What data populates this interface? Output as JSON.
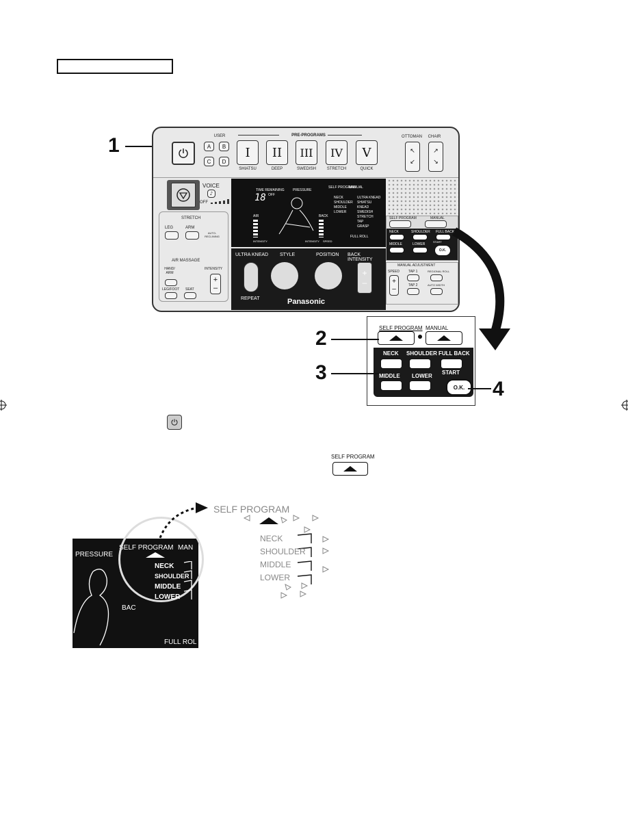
{
  "steps": {
    "s1": "1",
    "s2": "2",
    "s3": "3",
    "s4": "4"
  },
  "panel": {
    "user_label": "USER",
    "user_buttons": [
      "A",
      "B",
      "C",
      "D"
    ],
    "preprograms_label": "PRE-PROGRAMS",
    "programs": [
      {
        "numeral": "I",
        "label": "SHIATSU"
      },
      {
        "numeral": "II",
        "label": "DEEP"
      },
      {
        "numeral": "III",
        "label": "SWEDISH"
      },
      {
        "numeral": "IV",
        "label": "STRETCH"
      },
      {
        "numeral": "V",
        "label": "QUICK"
      }
    ],
    "ottoman_label": "OTTOMAN",
    "chair_label": "CHAIR",
    "voice_label": "VOICE",
    "voice_off": "OFF",
    "stretch_label": "STRETCH",
    "leg_label": "LEG",
    "arm_label": "ARM",
    "auto_reclining": "AUTO-RECLINING",
    "air_massage_label": "AIR MASSAGE",
    "hand_arm": "HAND/ ARM",
    "intensity": "INTENSITY",
    "leg_foot": "LEG/FOOT",
    "seat": "SEAT",
    "lcd": {
      "time_remaining": "TIME REMAINING",
      "time_value": "18",
      "off": "OFF",
      "pressure": "PRESSURE",
      "self_program": "SELF PROGRAM",
      "manual": "MANUAL",
      "areas": [
        "NECK",
        "SHOULDER",
        "MIDDLE",
        "LOWER"
      ],
      "modes": [
        "ULTRA KNEAD",
        "SHIATSU",
        "KNEAD",
        "SWEDISH",
        "STRETCH",
        "TAP",
        "GRASP"
      ],
      "air": "AIR",
      "intensity": "INTENSITY",
      "back": "BACK",
      "intensity2": "INTENSITY",
      "speed": "SPEED",
      "full_roll": "FULL ROLL"
    },
    "ultra_knead": "ULTRA KNEAD",
    "repeat": "REPEAT",
    "style": "STYLE",
    "position": "POSITION",
    "back_intensity": "BACK INTENSITY",
    "brand": "Panasonic",
    "right": {
      "self_program": "SELF PROGRAM",
      "manual": "MANUAL",
      "neck": "NECK",
      "shoulder": "SHOULDER",
      "full_back": "FULL BACK",
      "middle": "MIDDLE",
      "lower": "LOWER",
      "start": "START",
      "ok": "O.K.",
      "manual_adjustment": "MANUAL ADJUSTMENT",
      "speed": "SPEED",
      "tap1": "TAP 1",
      "regional_roll": "REGIONAL ROLL",
      "tap2": "TAP 2",
      "auto_width": "AUTO WIDTH"
    }
  },
  "zoom": {
    "self_program": "SELF PROGRAM",
    "manual": "MANUAL",
    "neck": "NECK",
    "shoulder": "SHOULDER",
    "full_back": "FULL BACK",
    "middle": "MIDDLE",
    "lower": "LOWER",
    "start": "START",
    "ok": "O.K."
  },
  "inline_btn_label": "SELF PROGRAM",
  "display": {
    "pressure": "PRESSURE",
    "self_program": "SELF PROGRAM",
    "manual_cut": "MAN",
    "areas": [
      "NECK",
      "SHOULDER",
      "MIDDLE",
      "LOWER"
    ],
    "back_cut": "BAC",
    "full_roll_cut": "FULL ROL"
  },
  "blink": {
    "title": "SELF PROGRAM",
    "areas": [
      "NECK",
      "SHOULDER",
      "MIDDLE",
      "LOWER"
    ]
  }
}
